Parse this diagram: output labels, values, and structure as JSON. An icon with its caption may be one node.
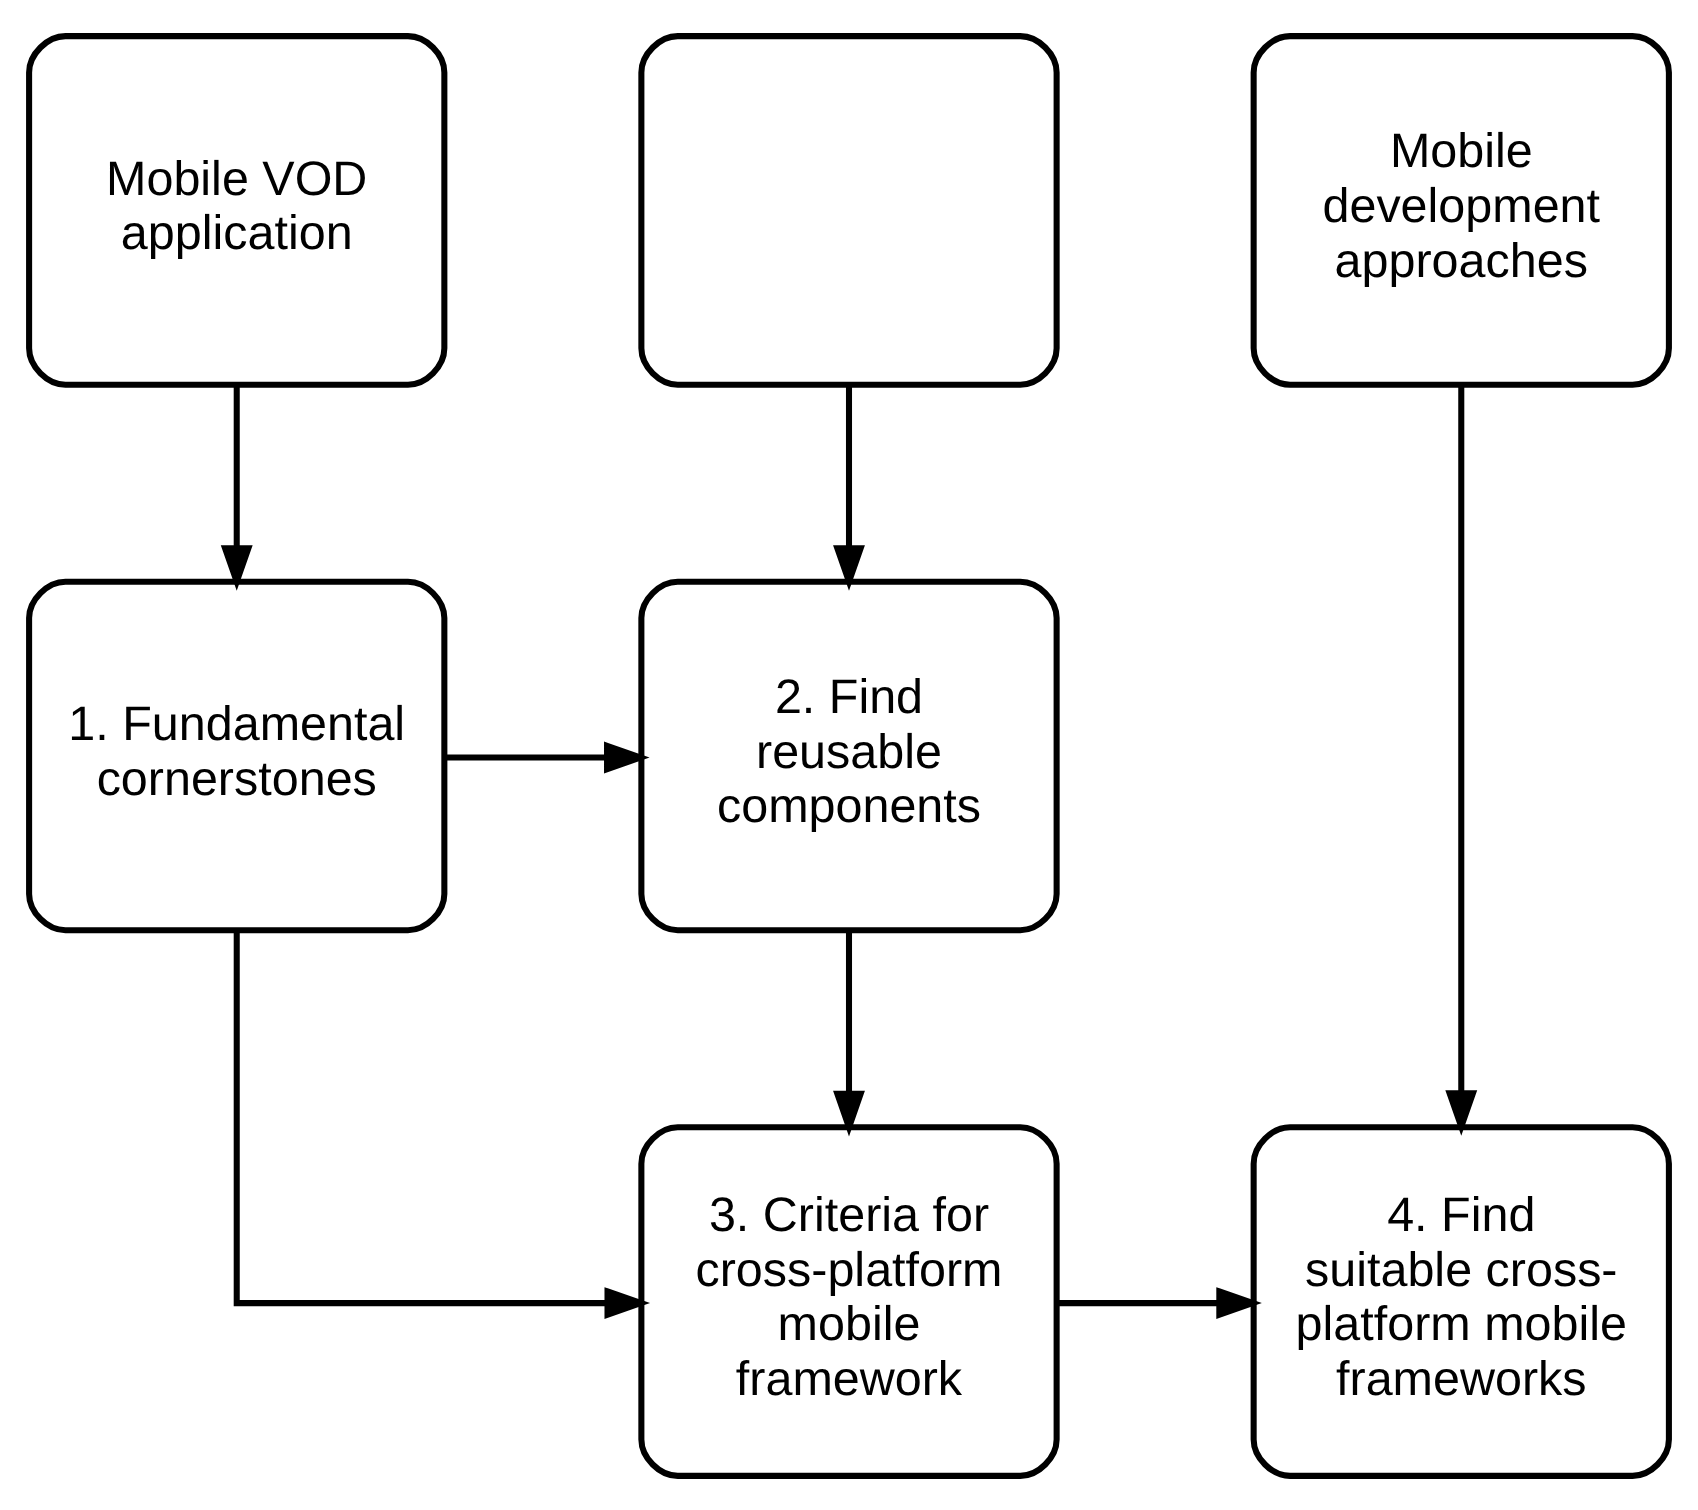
{
  "diagram": {
    "nodes": [
      {
        "text": [
          "Mobile VOD application"
        ]
      },
      {
        "text": [],
        "shape": "box"
      },
      {
        "text": [
          "Mobile development approaches"
        ]
      },
      {
        "text": [
          "1. Fundamental cornerstones"
        ]
      },
      {
        "text": [
          "2. Find reusable components"
        ]
      },
      {
        "text": [
          "3. Criteria for cross-platform mobile framework"
        ]
      },
      {
        "text": [
          "4. Find suitable cross-platform mobile frameworks"
        ]
      }
    ],
    "edges": [
      {
        "from": 0,
        "to": 3,
        "arrow": "to"
      },
      {
        "from": 1,
        "to": 4,
        "arrow": "to"
      },
      {
        "from": 3,
        "to": 4,
        "arrow": "to"
      },
      {
        "from": 2,
        "to": 6,
        "arrow": "to"
      },
      {
        "from": 4,
        "to": 5,
        "arrow": "to"
      },
      {
        "from": 3,
        "to": 5,
        "arrow": "to"
      },
      {
        "from": 5,
        "to": 6,
        "arrow": "to"
      }
    ]
  }
}
